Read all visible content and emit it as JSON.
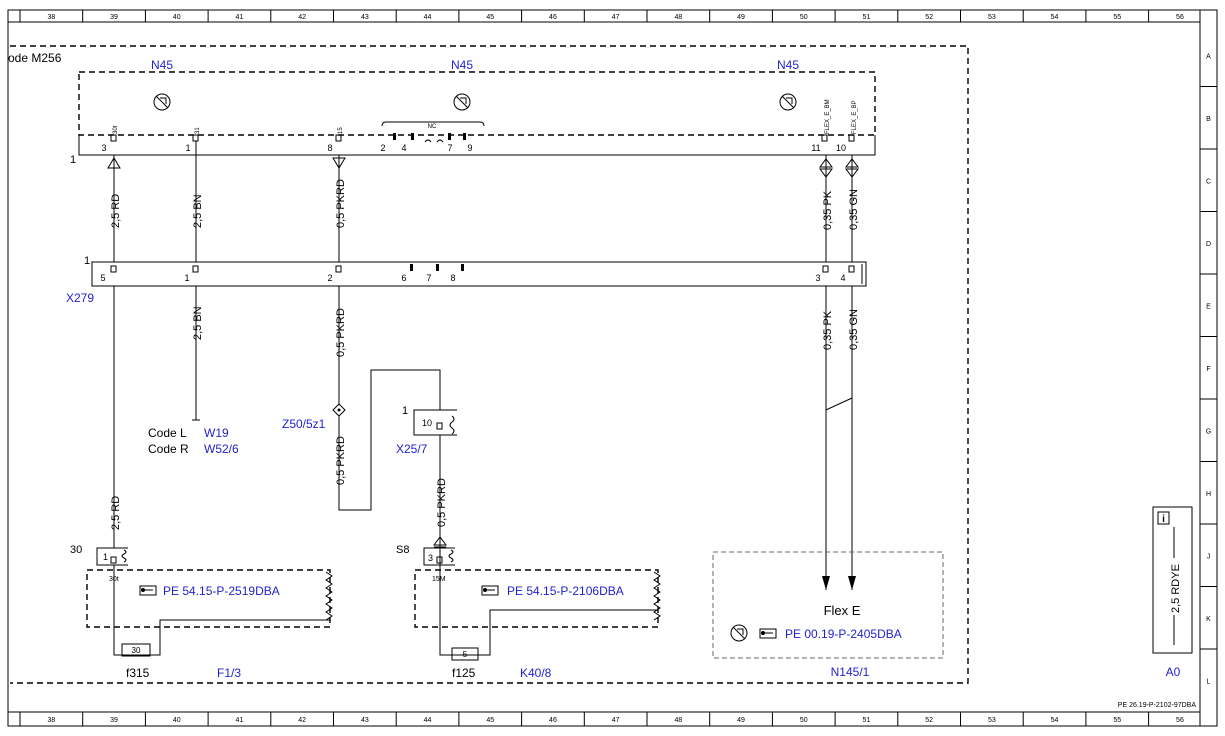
{
  "frame": {
    "columns": [
      "38",
      "39",
      "40",
      "41",
      "42",
      "43",
      "44",
      "45",
      "46",
      "47",
      "48",
      "49",
      "50",
      "51",
      "52",
      "53",
      "54",
      "55",
      "56"
    ],
    "rows": [
      "A",
      "B",
      "C",
      "D",
      "E",
      "F",
      "G",
      "H",
      "J",
      "K",
      "L"
    ],
    "doc_id": "PE 26.19-P-2102-97DBA"
  },
  "region": {
    "label": "ode M256"
  },
  "n45": {
    "label": "N45",
    "connector_num": "1",
    "pins": [
      "3",
      "1",
      "8",
      "2",
      "4",
      "7",
      "9",
      "11",
      "10"
    ],
    "pin_names": [
      "30t",
      "31",
      "15",
      "NC",
      "FLEX_E_BM",
      "FLEX_E_BP"
    ]
  },
  "x279": {
    "label": "X279",
    "connector_num": "1",
    "pins": [
      "5",
      "1",
      "2",
      "6",
      "7",
      "8",
      "3",
      "4"
    ]
  },
  "wires": {
    "w1": "2,5 RD",
    "w2": "2,5 BN",
    "w3": "0,5 PKRD",
    "w4": "0,35 PK",
    "w5": "0,35 GN",
    "w6": "2,5 BN",
    "w7": "0,5 PKRD",
    "w8": "0,35 PK",
    "w9": "0,35 GN",
    "w10": "0,5 PKRD",
    "w11": "0,5 PKRD",
    "w12": "2,5 RD"
  },
  "ground": {
    "codes": [
      {
        "label": "Code L",
        "ref": "W19"
      },
      {
        "label": "Code R",
        "ref": "W52/6"
      }
    ]
  },
  "z50": {
    "label": "Z50/5z1"
  },
  "x25": {
    "label": "X25/7",
    "connector_num": "1",
    "pin": "10"
  },
  "f1": {
    "connector_num": "30",
    "pin": "1",
    "pin_name": "30t",
    "ref": "PE 54.15-P-2519DBA",
    "fuse_value": "30",
    "fuse_label": "f315",
    "label": "F1/3"
  },
  "k40": {
    "connector_num": "S8",
    "pin": "3",
    "pin_name": "15M",
    "ref": "PE 54.15-P-2106DBA",
    "fuse_value": "5",
    "fuse_label": "f125",
    "label": "K40/8"
  },
  "n145": {
    "title": "Flex E",
    "ref": "PE 00.19-P-2405DBA",
    "label": "N145/1"
  },
  "legend": {
    "wire": "2,5 RDYE",
    "label": "A0"
  }
}
